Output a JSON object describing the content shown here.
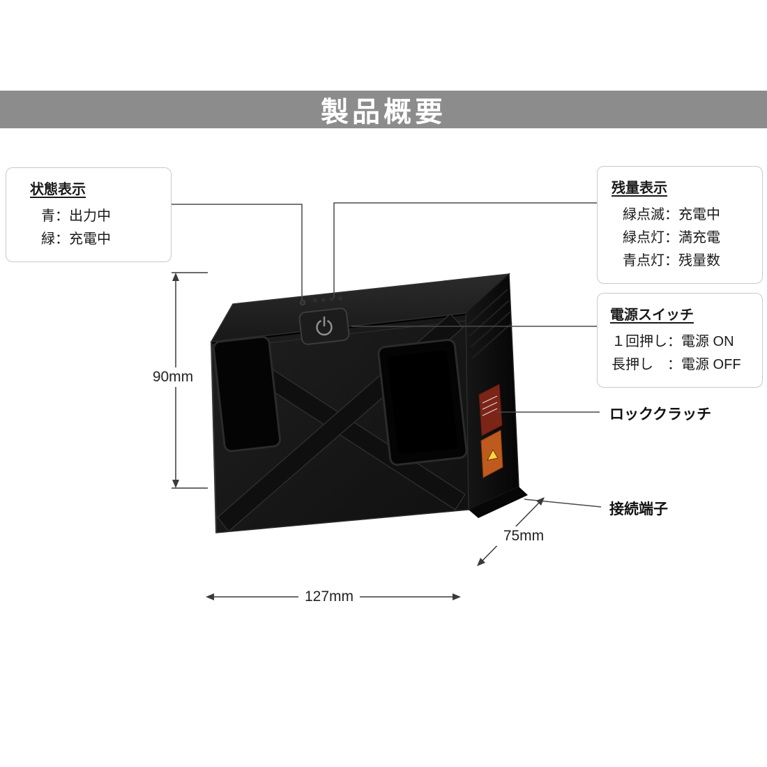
{
  "header": {
    "title": "製品概要"
  },
  "callouts": {
    "status": {
      "title": "状態表示",
      "lines": [
        "青：出力中",
        "緑：充電中"
      ]
    },
    "level": {
      "title": "残量表示",
      "lines": [
        "緑点滅：充電中",
        "緑点灯：満充電",
        "青点灯：残量数"
      ]
    },
    "power": {
      "title": "電源スイッチ",
      "lines": [
        "１回押し：電源 ON",
        "長押し　：電源 OFF"
      ]
    }
  },
  "labels": {
    "lock_clutch": "ロッククラッチ",
    "connection_terminal": "接続端子"
  },
  "dimensions": {
    "height": "90mm",
    "width": "127mm",
    "depth": "75mm"
  },
  "icons": {
    "power_button": "power-icon",
    "battery_leds": "led-indicators"
  },
  "colors": {
    "header_bg": "#8c8c8c",
    "header_text": "#ffffff",
    "product_body": "#141414",
    "warning_sticker_red": "#7c2517",
    "warning_sticker_orange": "#bf5a1e",
    "callout_border": "#c9c9c9",
    "annotation_line": "#3f3f3f"
  }
}
